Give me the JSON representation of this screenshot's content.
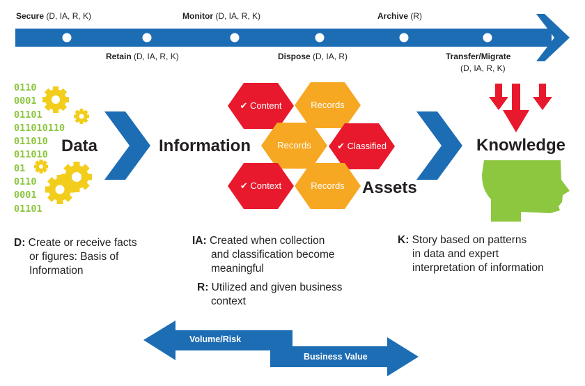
{
  "colors": {
    "blue": "#1d6db5",
    "red": "#e8192c",
    "orange": "#f7a823",
    "green": "#8dc63f",
    "gear": "#f3cd1c",
    "dark": "#231f20"
  },
  "timeline": {
    "secure": {
      "label": "Secure",
      "suffix": "(D, IA, R, K)"
    },
    "monitor": {
      "label": "Monitor",
      "suffix": "(D, IA, R, K)"
    },
    "archive": {
      "label": "Archive",
      "suffix": "(R)"
    },
    "retain": {
      "label": "Retain",
      "suffix": "(D, IA, R, K)"
    },
    "dispose": {
      "label": "Dispose",
      "suffix": "(D, IA, R)"
    },
    "transfer": {
      "label": "Transfer/Migrate",
      "suffix": "(D, IA, R, K)"
    }
  },
  "binary_lines": [
    "0110",
    "0001",
    "01101",
    "011010110",
    "011010",
    "011010",
    "01",
    "0110",
    "0001",
    "01101"
  ],
  "stages": {
    "data": "Data",
    "information": "Information",
    "assets": "Assets",
    "knowledge": "Knowledge"
  },
  "hexagons": {
    "content": "✔ Content",
    "records_1": "Records",
    "records_2": "Records",
    "classified": "✔ Classified",
    "context": "✔ Context",
    "records_3": "Records"
  },
  "definitions": {
    "d": {
      "key": "D:",
      "line1": "Create or receive facts",
      "line2": "or figures: Basis of",
      "line3": "Information"
    },
    "ia": {
      "key": "IA:",
      "line1": "Created when collection",
      "line2": "and classification become",
      "line3": "meaningful"
    },
    "r": {
      "key": "R:",
      "line1": "Utilized and given business",
      "line2": "context"
    },
    "k": {
      "key": "K:",
      "line1": "Story based on patterns",
      "line2": "in data and expert",
      "line3": "interpretation of information"
    }
  },
  "bottom_arrows": {
    "volume_risk": "Volume/Risk",
    "business_value": "Business Value"
  }
}
